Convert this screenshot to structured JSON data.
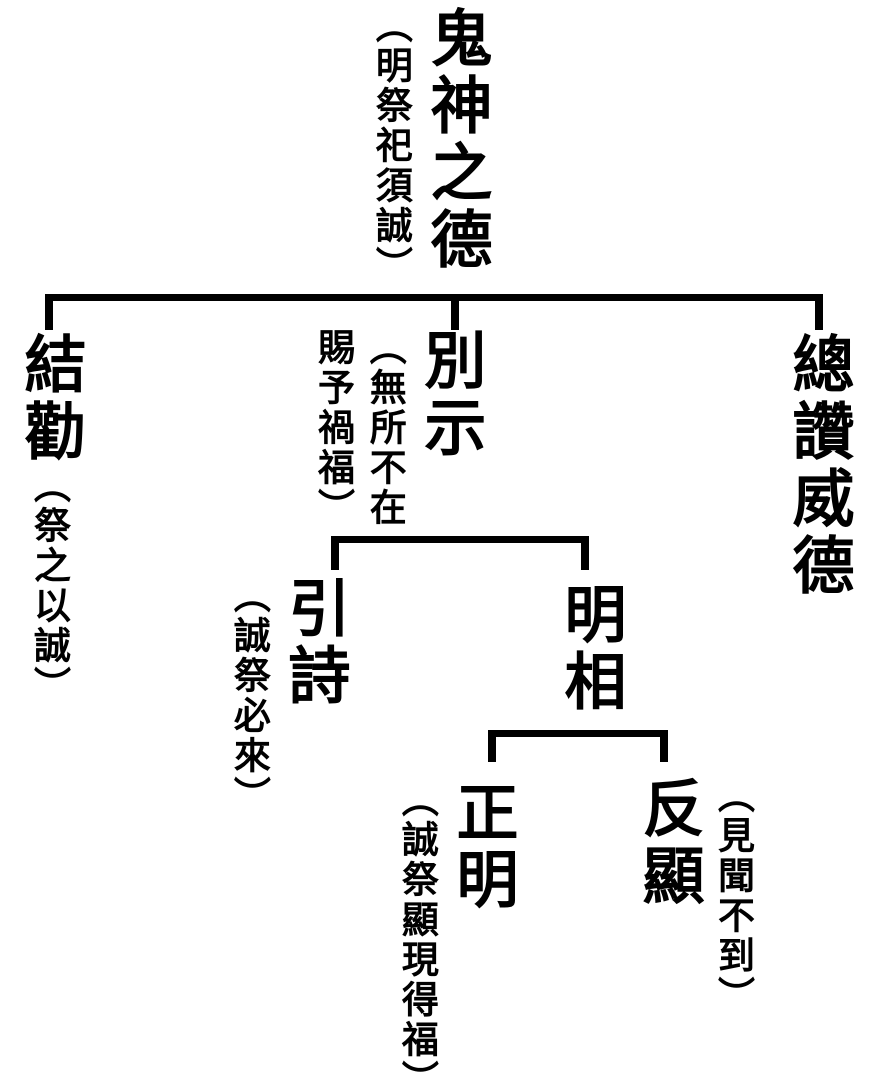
{
  "theme": {
    "background": "#ffffff",
    "line_color": "#000000",
    "text_color": "#000000"
  },
  "tree": {
    "root": {
      "label": "鬼神之德",
      "note": "（明祭祀須誠）"
    },
    "level1": [
      {
        "label": "結勸",
        "note": "（祭之以誠）",
        "note_position": "below-same-column"
      },
      {
        "label": "別示",
        "note": "（無所不在賜予禍福）",
        "note_position": "left",
        "note_cols": [
          "賜予禍福）",
          "（無所不在"
        ]
      },
      {
        "label": "總讚威德",
        "note": ""
      }
    ],
    "level2_under_bieshi": [
      {
        "label": "引詩",
        "note": "（誠祭必來）",
        "note_position": "left"
      },
      {
        "label": "明相",
        "note": ""
      }
    ],
    "level3_under_mingxiang": [
      {
        "label": "正明",
        "note": "（誠祭顯現得福）",
        "note_position": "left"
      },
      {
        "label": "反顯",
        "note": "（見聞不到）",
        "note_position": "right"
      }
    ]
  }
}
